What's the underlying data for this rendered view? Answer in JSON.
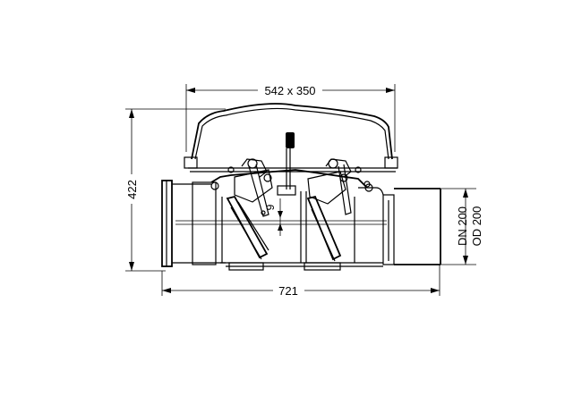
{
  "dimensions": {
    "cover_size": "542 x 350",
    "height": "422",
    "length": "721",
    "flap_offset": "9",
    "nominal_diameter": "DN 200",
    "outer_diameter": "OD 200"
  }
}
